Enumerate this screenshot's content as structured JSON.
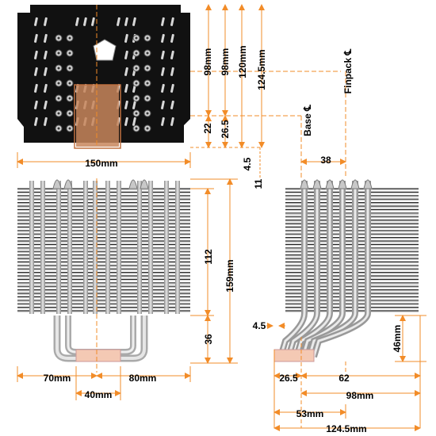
{
  "dimensions": {
    "top_view": {
      "d98a": "98mm",
      "d98b": "98mm",
      "d120": "120mm",
      "d124_5": "124.5mm",
      "d22": "22",
      "d26_5": "26.5",
      "d4_5": "4.5",
      "d150": "150mm",
      "d38": "38"
    },
    "front_view": {
      "d11": "11",
      "d112": "112",
      "d159": "159mm",
      "d36": "36",
      "d70": "70mm",
      "d80": "80mm",
      "d40": "40mm"
    },
    "side_view": {
      "d4_5": "4.5",
      "d46": "46mm",
      "d26_5": "26.5",
      "d62": "62",
      "d98": "98mm",
      "d53": "53mm",
      "d124_5": "124.5mm"
    }
  },
  "labels": {
    "base_cl": "Base ℄",
    "finpack_cl": "Finpack ℄"
  },
  "colors": {
    "dimension": "#f28c28",
    "base_copper": "#f4c9b4",
    "fin_dark": "#111111",
    "heatpipe": "#b8b8b8"
  }
}
